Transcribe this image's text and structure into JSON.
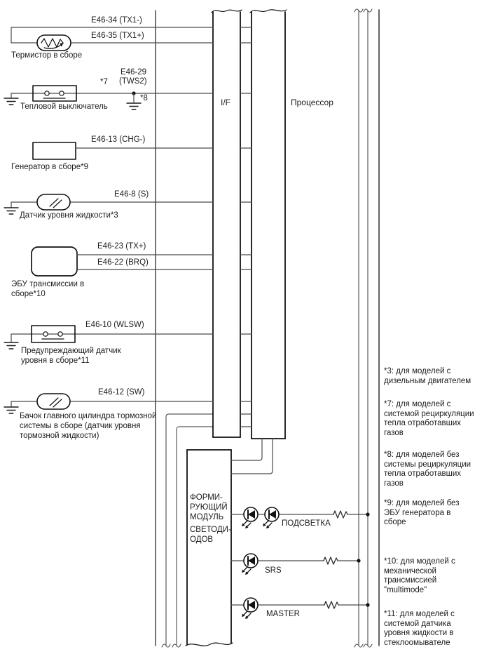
{
  "modules": {
    "interface": "I/F",
    "processor": "Процессор",
    "led_former_lines": [
      "ФОРМИ-",
      "РУЮЩИЙ",
      "МОДУЛЬ"
    ],
    "led_former_lines2": [
      "СВЕТОДИ-",
      "ОДОВ"
    ]
  },
  "pins": {
    "tx1_minus": "E46-34 (TX1-)",
    "tx1_plus": "E46-35 (TX1+)",
    "tws2_line1": "E46-29",
    "tws2_line2": "(TWS2)",
    "chg": "E46-13 (CHG-)",
    "s": "E46-8 (S)",
    "tx_plus": "E46-23 (TX+)",
    "brq": "E46-22 (BRQ)",
    "wlsw": "E46-10 (WLSW)",
    "sw": "E46-12 (SW)"
  },
  "markers": {
    "m7": "*7",
    "m8": "*8"
  },
  "components": {
    "thermistor": "Термистор в сборе",
    "thermal_switch": "Тепловой выключатель",
    "generator": "Генератор в сборе*9",
    "fluid_level_sensor": "Датчик уровня жидкости*3",
    "transmission_ecu": [
      "ЭБУ трансмиссии в",
      "сборе*10"
    ],
    "warning_level_sensor": [
      "Предупреждающий датчик",
      "уровня в сборе*11"
    ],
    "brake_master_reservoir": [
      "Бачок главного цилиндра тормозной",
      "системы в сборе (датчик уровня",
      "тормозной жидкости)"
    ]
  },
  "led_rows": [
    {
      "label": "ПОДСВЕТКА"
    },
    {
      "label": "SRS"
    },
    {
      "label": "MASTER"
    }
  ],
  "footnotes": [
    [
      "*3: для моделей с",
      "дизельным двигателем"
    ],
    [
      "*7: для моделей с",
      "системой рециркуляции",
      "тепла отработавших",
      "газов"
    ],
    [
      "*8: для моделей без",
      "системы рециркуляции",
      "тепла отработавших",
      "газов"
    ],
    [
      "*9: для моделей без",
      "ЭБУ генератора в",
      "сборе"
    ],
    [
      "*10: для моделей с",
      "механической",
      "трансмиссией",
      "\"multimode\""
    ],
    [
      "*11: для моделей с",
      "системой датчика",
      "уровня жидкости в",
      "стеклоомывателе"
    ]
  ],
  "colors": {
    "line": "#1a1a1a",
    "wire": "#4a4a4a",
    "background": "#ffffff",
    "text": "#1c1c1c"
  }
}
